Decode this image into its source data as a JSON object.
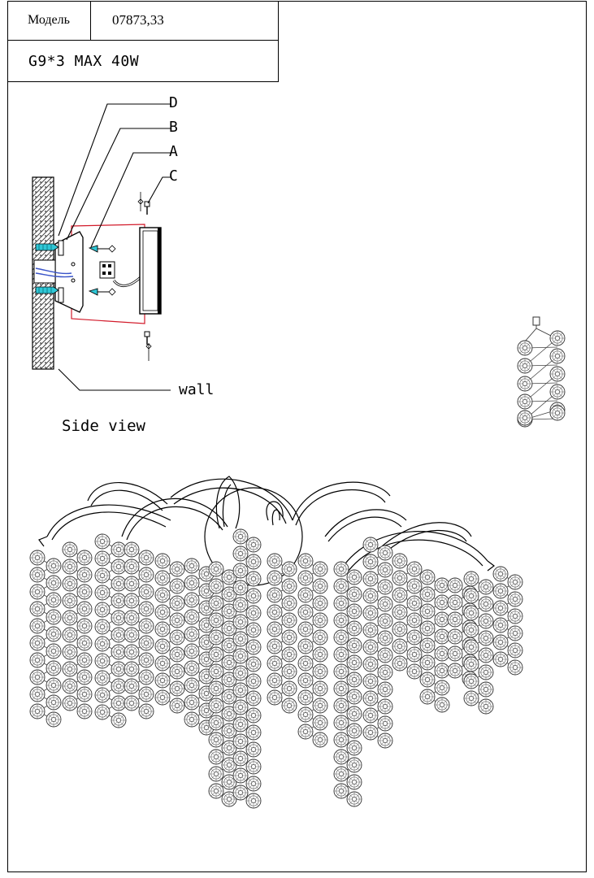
{
  "spec_table": {
    "model_label": "Модель",
    "model_value": "07873,33",
    "power_spec": "G9*3  MAX 40W"
  },
  "side_view": {
    "callouts": [
      "D",
      "B",
      "A",
      "C"
    ],
    "wall_label": "wall",
    "caption": "Side view"
  },
  "colors": {
    "outline": "#000000",
    "plate_outline": "#d21a2a",
    "anchor": "#2fc7d6",
    "wiring": "#3b55c9",
    "wall_fill": "#7a7a7a"
  },
  "icons": [
    "screw-icon",
    "wall-anchor-icon",
    "terminal-block-icon",
    "crystal-disc-icon"
  ]
}
